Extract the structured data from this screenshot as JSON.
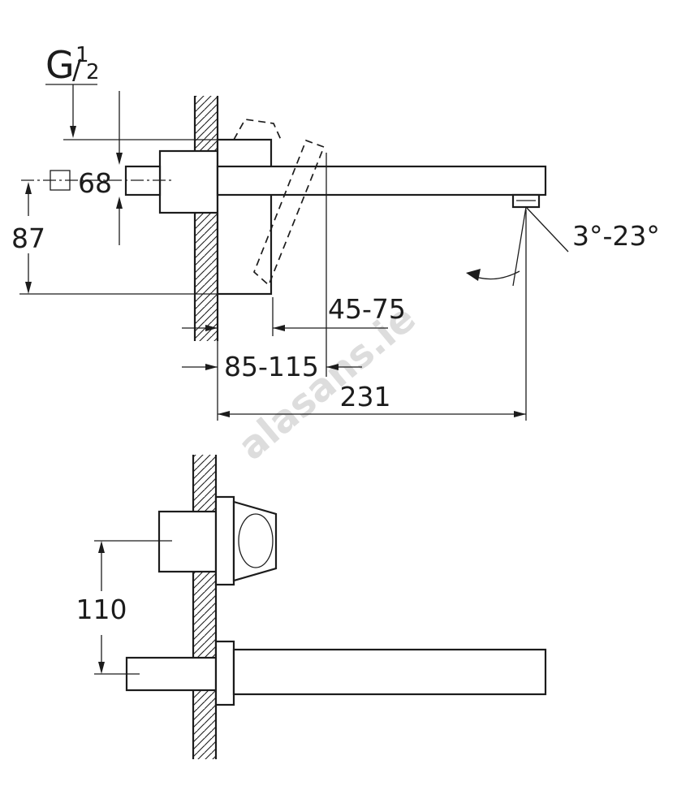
{
  "thread": {
    "letter": "G",
    "numerator": "1",
    "slash": "/",
    "denominator": "2"
  },
  "dims": {
    "square": "68",
    "height": "87",
    "depth_short": "45-75",
    "depth_long": "85-115",
    "projection": "231",
    "angle": "3°-23°",
    "spacing": "110"
  },
  "watermark": {
    "text": "alasans.ie"
  },
  "colors": {
    "line": "#1c1c1c",
    "watermark": "#bcbcbc",
    "background": "#ffffff"
  }
}
